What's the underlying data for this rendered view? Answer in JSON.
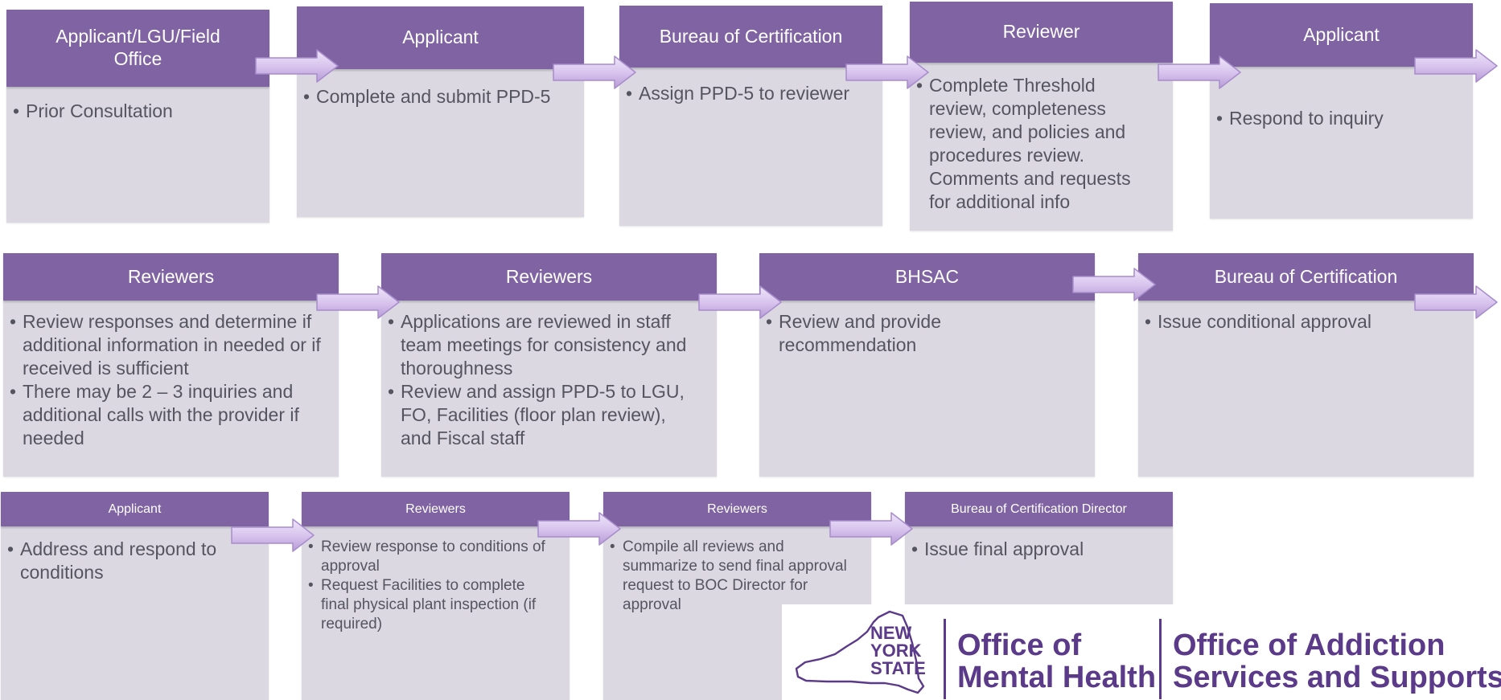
{
  "colors": {
    "header": "#7f63a2",
    "body": "#dbd8e2",
    "text": "#55555f",
    "logo": "#5b3a8a"
  },
  "rows": [
    [
      {
        "title": "Applicant/LGU/Field Office",
        "items": [
          "Prior Consultation"
        ]
      },
      {
        "title": "Applicant",
        "items": [
          "Complete and submit PPD-5"
        ]
      },
      {
        "title": "Bureau of Certification",
        "items": [
          "Assign PPD-5 to reviewer"
        ]
      },
      {
        "title": "Reviewer",
        "items": [
          "Complete Threshold review, completeness review, and policies and procedures review. Comments and requests for additional info"
        ]
      },
      {
        "title": "Applicant",
        "items": [
          "Respond to inquiry"
        ]
      }
    ],
    [
      {
        "title": "Reviewers",
        "items": [
          "Review responses and determine if additional information in needed or if received is sufficient",
          "There may be 2 – 3 inquiries and additional calls with the provider if needed"
        ]
      },
      {
        "title": "Reviewers",
        "items": [
          "Applications are reviewed in staff team meetings for consistency and thoroughness",
          "Review and assign PPD-5 to LGU, FO, Facilities (floor plan review), and Fiscal staff"
        ]
      },
      {
        "title": "BHSAC",
        "items": [
          "Review and provide recommendation"
        ]
      },
      {
        "title": "Bureau of Certification",
        "items": [
          "Issue conditional approval"
        ]
      }
    ],
    [
      {
        "title": "Applicant",
        "items": [
          "Address and respond to conditions"
        ]
      },
      {
        "title": "Reviewers",
        "items": [
          "Review response to conditions of approval",
          "Request Facilities to complete final physical plant inspection (if required)"
        ]
      },
      {
        "title": "Reviewers",
        "items": [
          "Compile all reviews and summarize to send final approval request to BOC Director for approval"
        ]
      },
      {
        "title": "Bureau of Certification Director",
        "items": [
          "Issue final approval"
        ]
      }
    ]
  ],
  "logo": {
    "state_lines": [
      "NEW",
      "YORK",
      "STATE"
    ],
    "omh": [
      "Office of",
      "Mental Health"
    ],
    "oasas": [
      "Office of Addiction",
      "Services and Supports"
    ]
  }
}
